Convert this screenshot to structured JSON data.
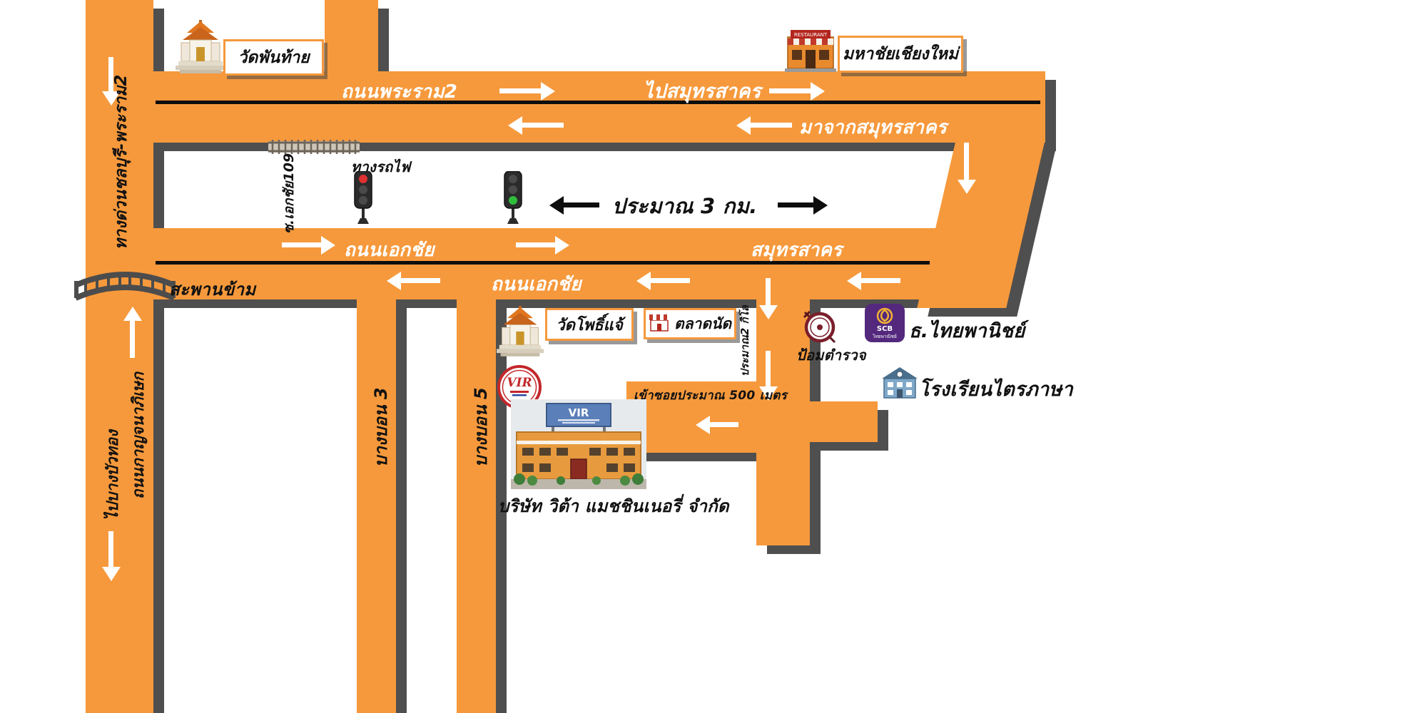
{
  "roads": {
    "rama2": "ถนนพระราม2",
    "to_samut_sakhon": "ไปสมุทรสาคร",
    "from_samut_sakhon": "มาจากสมุทรสาคร",
    "expressway": "ทางด่วนชลบุรี-พระราม2",
    "ekachai_upper": "ถนนเอกชัย",
    "ekachai_lower": "ถนนเอกชัย",
    "samut_sakhon": "สมุทรสาคร",
    "soi_ekachai_109": "ซ.เอกชัย109",
    "bang_bon_3": "บางบอน 3",
    "bang_bon_5": "บางบอน 5",
    "kanchanaphisek": "ถนนกาญจนาภิเษก",
    "to_bang_bua_thong": "ไปบางบัวทอง"
  },
  "annotations": {
    "railway": "ทางรถไฟ",
    "approx_3km": "ประมาณ 3 กม.",
    "bridge": "สะพานข้าม",
    "approx_2km": "ประมาณ2 กิโล",
    "enter_soi": "เข้าซอยประมาณ 500 เมตร"
  },
  "places": {
    "wat_phan_thai": "วัดพันท้าย",
    "restaurant": "มหาชัยเชียงใหม่",
    "wat_pho_chae": "วัดโพธิ์แจ้",
    "market": "ตลาดนัด",
    "police_box": "ป้อมตำรวจ",
    "scb_bank": "ธ.ไทยพานิชย์",
    "school": "โรงเรียนไตรภาษา",
    "company": "บริษัท วิต้า แมชชินเนอรี่ จำกัด"
  },
  "logos": {
    "vir": "VIR",
    "building_sign": "VIR",
    "restaurant_sign": "RESTAURANT",
    "scb_abbr": "SCB",
    "scb_thai": "ไทยพาณิชย์"
  },
  "colors": {
    "road_orange": "#F6993C",
    "road_shadow": "#4F4F4F",
    "scb_purple": "#53287D",
    "vir_red": "#C3272B"
  }
}
